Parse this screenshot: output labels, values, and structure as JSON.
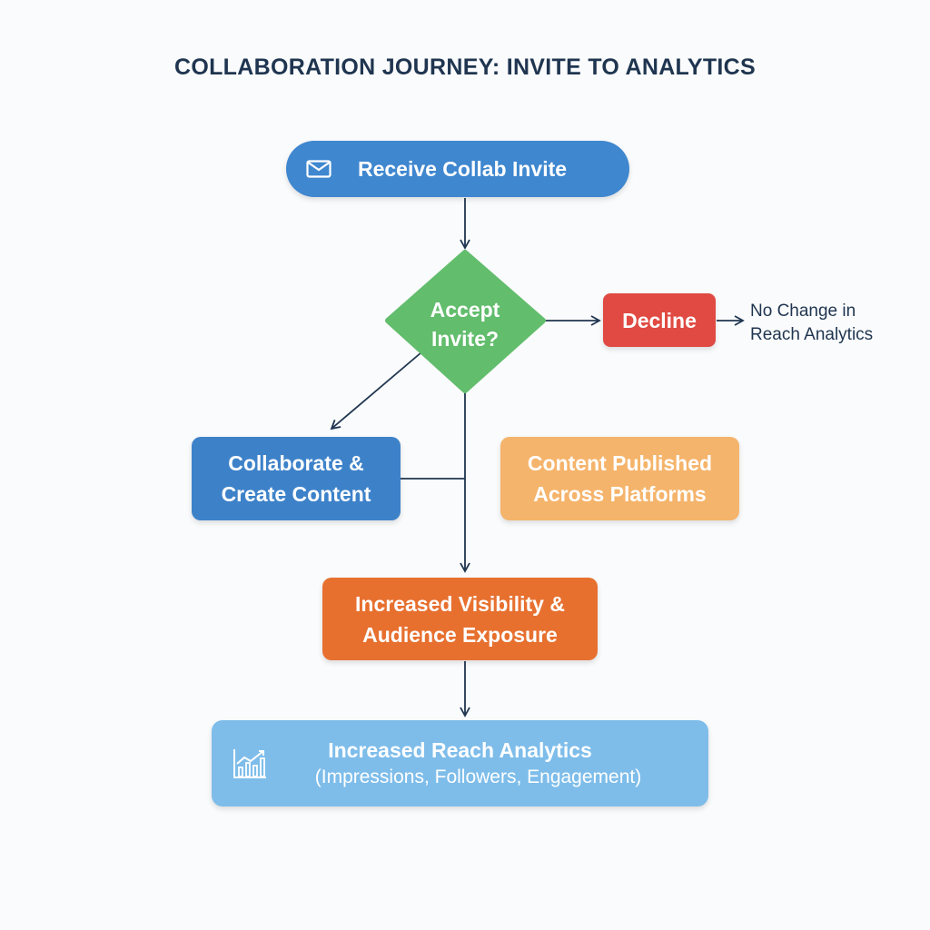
{
  "title": "COLLABORATION JOURNEY: INVITE TO ANALYTICS",
  "nodes": {
    "invite": {
      "label": "Receive Collab Invite",
      "icon": "mail-icon",
      "color": "#3f87cf"
    },
    "decision": {
      "line1": "Accept",
      "line2": "Invite?",
      "color": "#62bd6d"
    },
    "decline": {
      "label": "Decline",
      "color": "#e04a42"
    },
    "no_change": {
      "line1": "No Change in",
      "line2": "Reach Analytics"
    },
    "collaborate": {
      "line1": "Collaborate &",
      "line2": "Create Content",
      "color": "#3d82c9"
    },
    "published": {
      "line1": "Content Published",
      "line2": "Across Platforms",
      "color": "#f5b46b"
    },
    "visibility": {
      "line1": "Increased Visibility &",
      "line2": "Audience Exposure",
      "color": "#e7702f"
    },
    "analytics": {
      "line1": "Increased Reach Analytics",
      "line2": "(Impressions, Followers, Engagement)",
      "icon": "bar-chart-growth-icon",
      "color": "#7ebdea"
    }
  },
  "edges": [
    {
      "from": "invite",
      "to": "decision"
    },
    {
      "from": "decision",
      "to": "decline"
    },
    {
      "from": "decline",
      "to": "no_change"
    },
    {
      "from": "decision",
      "to": "collaborate"
    },
    {
      "from": "decision",
      "to": "visibility"
    },
    {
      "from": "collaborate",
      "to": "visibility"
    },
    {
      "from": "visibility",
      "to": "analytics"
    }
  ]
}
